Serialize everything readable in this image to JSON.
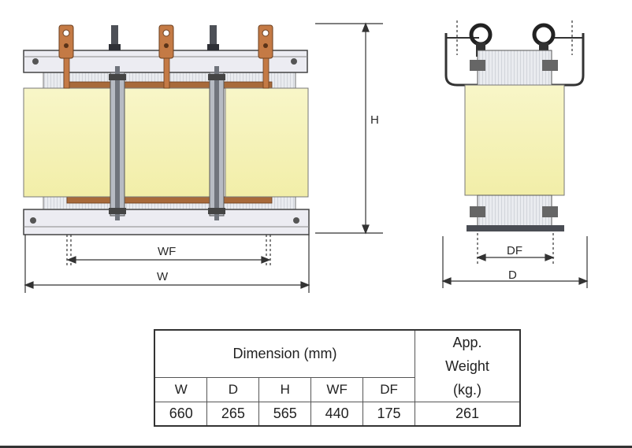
{
  "front_view": {
    "labels": {
      "height": "H",
      "window": "WF",
      "width": "W"
    }
  },
  "side_view": {
    "labels": {
      "window": "DF",
      "depth": "D"
    }
  },
  "colors": {
    "coil": "#f6f3b8",
    "copper": "#c47a45",
    "frame": "#e8e8ee",
    "steel": "#9a9ea6",
    "line": "#333333"
  },
  "table": {
    "group_header": "Dimension (mm)",
    "weight_header_lines": [
      "App.",
      "Weight",
      "(kg.)"
    ],
    "columns": [
      "W",
      "D",
      "H",
      "WF",
      "DF"
    ],
    "values": [
      "660",
      "265",
      "565",
      "440",
      "175"
    ],
    "weight_value": "261"
  }
}
